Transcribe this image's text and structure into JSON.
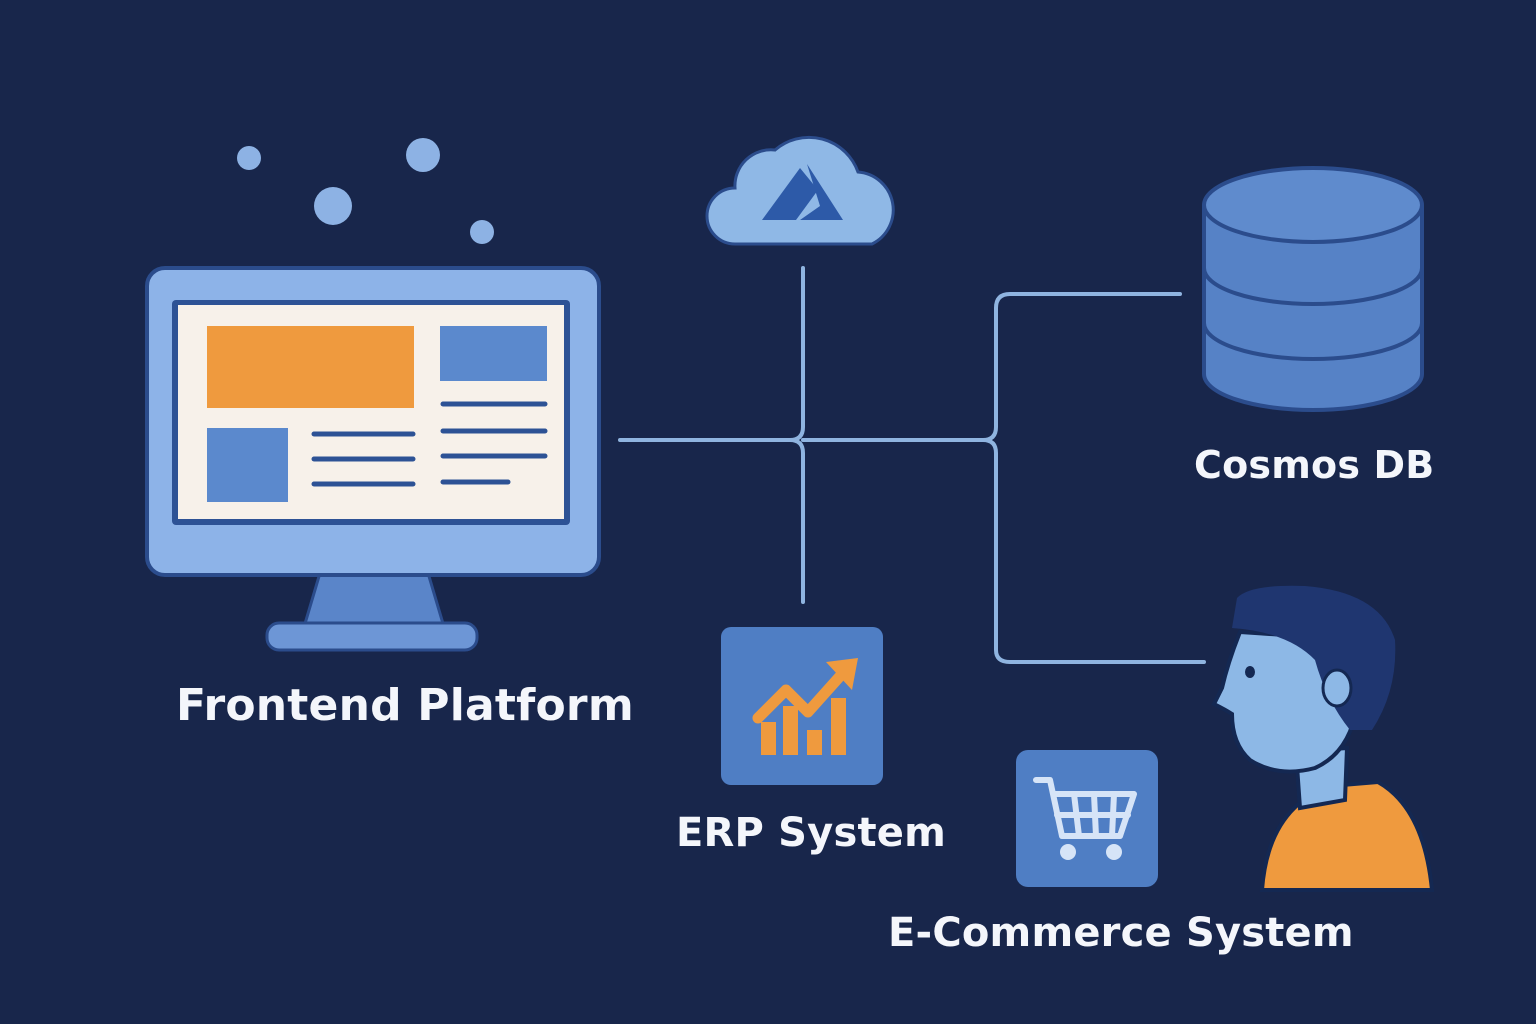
{
  "labels": {
    "frontend": "Frontend Platform",
    "cosmos": "Cosmos DB",
    "erp": "ERP System",
    "ecommerce": "E-Commerce System"
  },
  "icons": {
    "monitor": "monitor-icon",
    "cloud": "azure-cloud-icon",
    "database": "database-icon",
    "erp": "growth-chart-icon",
    "cart": "shopping-cart-icon",
    "user": "person-icon"
  },
  "colors": {
    "background": "#18264b",
    "line": "#8fb4e0",
    "accent_blue": "#4f7ec4",
    "light_blue": "#8fb4e6",
    "orange": "#ef9a3e",
    "screen": "#f7f1ea"
  }
}
